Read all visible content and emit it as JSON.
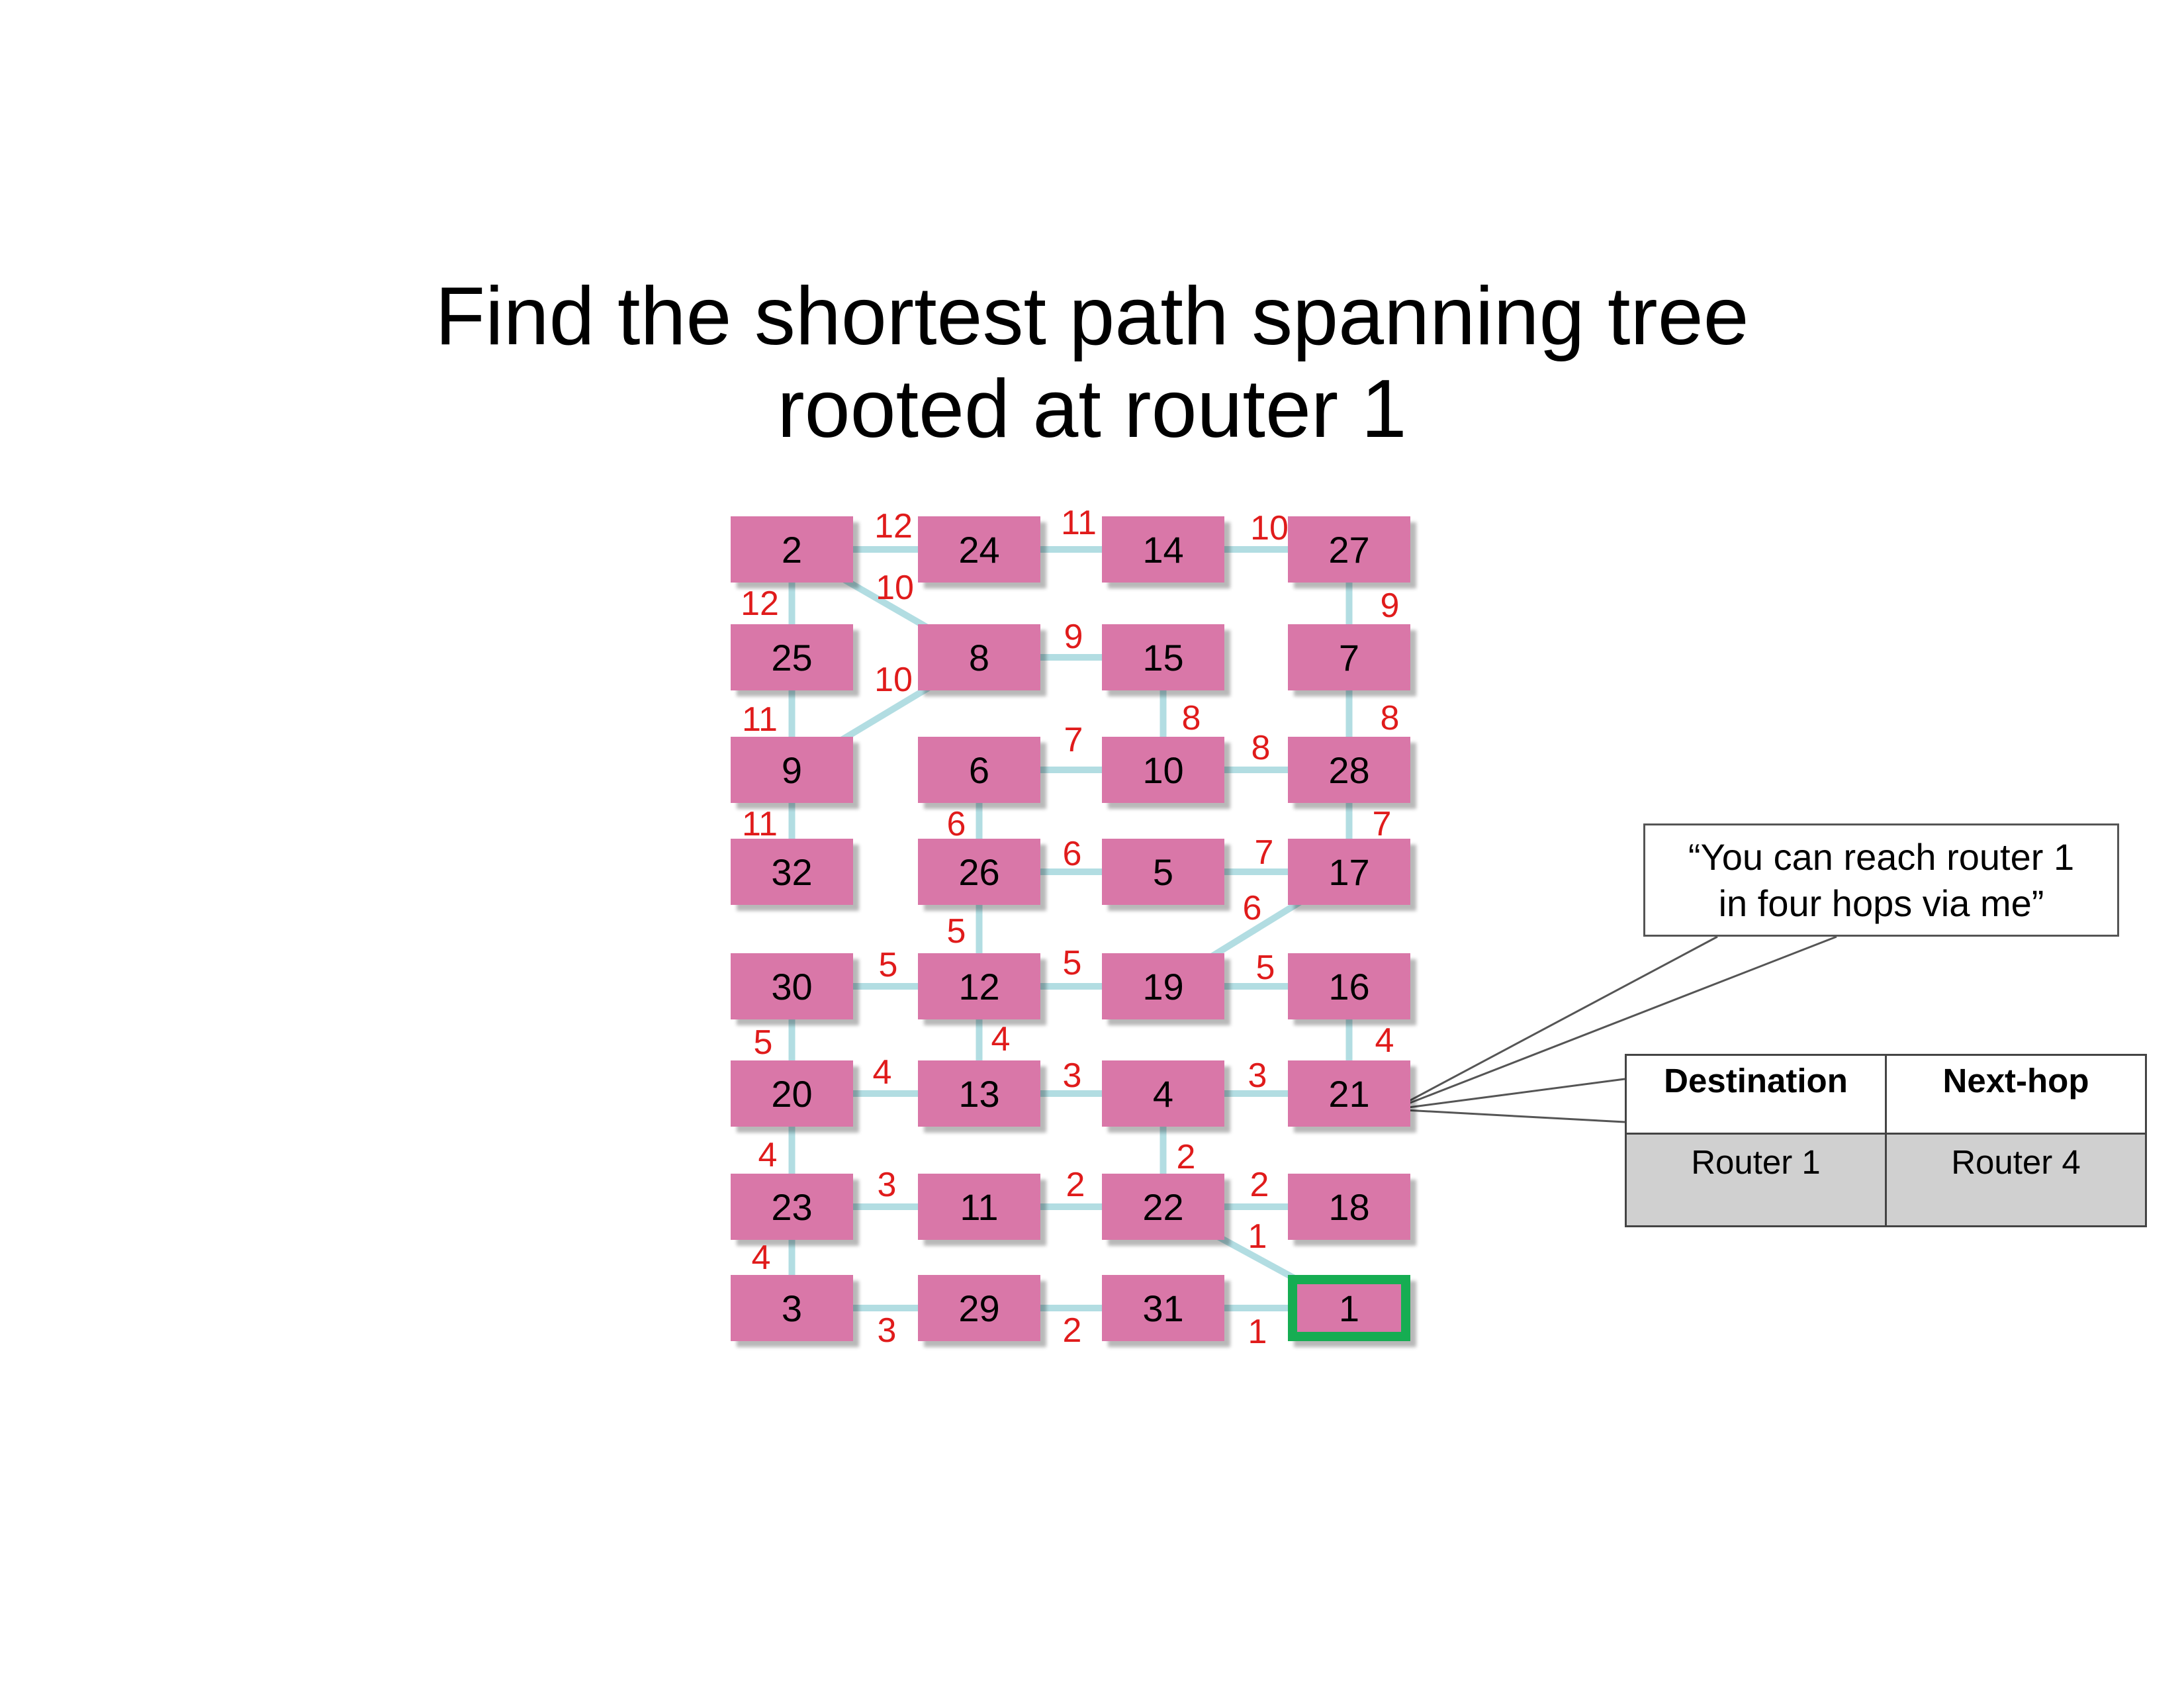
{
  "title": {
    "line1": "Find the shortest path spanning tree",
    "line2": "rooted at router 1"
  },
  "colors": {
    "node_fill": "#d977a8",
    "edge": "#b2dde2",
    "weight_text": "#e01b1b",
    "root_outline": "#16ad52",
    "table_body": "#d0d0d0"
  },
  "graph": {
    "root": "1",
    "nodes": [
      {
        "id": "2",
        "row": 0,
        "col": 0
      },
      {
        "id": "24",
        "row": 0,
        "col": 1
      },
      {
        "id": "14",
        "row": 0,
        "col": 2
      },
      {
        "id": "27",
        "row": 0,
        "col": 3
      },
      {
        "id": "25",
        "row": 1,
        "col": 0
      },
      {
        "id": "8",
        "row": 1,
        "col": 1
      },
      {
        "id": "15",
        "row": 1,
        "col": 2
      },
      {
        "id": "7",
        "row": 1,
        "col": 3
      },
      {
        "id": "9",
        "row": 2,
        "col": 0
      },
      {
        "id": "6",
        "row": 2,
        "col": 1
      },
      {
        "id": "10",
        "row": 2,
        "col": 2
      },
      {
        "id": "28",
        "row": 2,
        "col": 3
      },
      {
        "id": "32",
        "row": 3,
        "col": 0
      },
      {
        "id": "26",
        "row": 3,
        "col": 1
      },
      {
        "id": "5",
        "row": 3,
        "col": 2
      },
      {
        "id": "17",
        "row": 3,
        "col": 3
      },
      {
        "id": "30",
        "row": 4,
        "col": 0
      },
      {
        "id": "12",
        "row": 4,
        "col": 1
      },
      {
        "id": "19",
        "row": 4,
        "col": 2
      },
      {
        "id": "16",
        "row": 4,
        "col": 3
      },
      {
        "id": "20",
        "row": 5,
        "col": 0
      },
      {
        "id": "13",
        "row": 5,
        "col": 1
      },
      {
        "id": "4",
        "row": 5,
        "col": 2
      },
      {
        "id": "21",
        "row": 5,
        "col": 3
      },
      {
        "id": "23",
        "row": 6,
        "col": 0
      },
      {
        "id": "11",
        "row": 6,
        "col": 1
      },
      {
        "id": "22",
        "row": 6,
        "col": 2
      },
      {
        "id": "18",
        "row": 6,
        "col": 3
      },
      {
        "id": "3",
        "row": 7,
        "col": 0
      },
      {
        "id": "29",
        "row": 7,
        "col": 1
      },
      {
        "id": "31",
        "row": 7,
        "col": 2
      },
      {
        "id": "1",
        "row": 7,
        "col": 3
      }
    ],
    "edges": [
      [
        "2",
        "24"
      ],
      [
        "24",
        "14"
      ],
      [
        "14",
        "27"
      ],
      [
        "2",
        "25"
      ],
      [
        "2",
        "8"
      ],
      [
        "27",
        "7"
      ],
      [
        "8",
        "15"
      ],
      [
        "25",
        "9"
      ],
      [
        "9",
        "8"
      ],
      [
        "15",
        "10"
      ],
      [
        "7",
        "28"
      ],
      [
        "6",
        "10"
      ],
      [
        "10",
        "28"
      ],
      [
        "9",
        "32"
      ],
      [
        "6",
        "26"
      ],
      [
        "28",
        "17"
      ],
      [
        "26",
        "5"
      ],
      [
        "5",
        "17"
      ],
      [
        "17",
        "19"
      ],
      [
        "26",
        "12"
      ],
      [
        "30",
        "12"
      ],
      [
        "12",
        "19"
      ],
      [
        "19",
        "16"
      ],
      [
        "30",
        "20"
      ],
      [
        "12",
        "13"
      ],
      [
        "16",
        "21"
      ],
      [
        "20",
        "13"
      ],
      [
        "13",
        "4"
      ],
      [
        "4",
        "21"
      ],
      [
        "20",
        "23"
      ],
      [
        "4",
        "22"
      ],
      [
        "23",
        "11"
      ],
      [
        "11",
        "22"
      ],
      [
        "22",
        "18"
      ],
      [
        "22",
        "1"
      ],
      [
        "23",
        "3"
      ],
      [
        "3",
        "29"
      ],
      [
        "29",
        "31"
      ],
      [
        "31",
        "1"
      ]
    ],
    "weights": [
      {
        "node": "24",
        "label": "12"
      },
      {
        "node": "14",
        "label": "11"
      },
      {
        "node": "27",
        "label": "10"
      },
      {
        "node": "25",
        "label": "12"
      },
      {
        "node": "8",
        "label": "10"
      },
      {
        "node": "7",
        "label": "9"
      },
      {
        "node": "15",
        "label": "9"
      },
      {
        "node": "9",
        "label": "11"
      },
      {
        "node": "9",
        "label": "10"
      },
      {
        "node": "10",
        "label": "8"
      },
      {
        "node": "28",
        "label": "8"
      },
      {
        "node": "6",
        "label": "7"
      },
      {
        "node": "10",
        "label": "8"
      },
      {
        "node": "32",
        "label": "11"
      },
      {
        "node": "26",
        "label": "6"
      },
      {
        "node": "17",
        "label": "7"
      },
      {
        "node": "5",
        "label": "6"
      },
      {
        "node": "17",
        "label": "7"
      },
      {
        "node": "19",
        "label": "6"
      },
      {
        "node": "12",
        "label": "5"
      },
      {
        "node": "30",
        "label": "5"
      },
      {
        "node": "19",
        "label": "5"
      },
      {
        "node": "16",
        "label": "5"
      },
      {
        "node": "20",
        "label": "5"
      },
      {
        "node": "13",
        "label": "4"
      },
      {
        "node": "21",
        "label": "4"
      },
      {
        "node": "20",
        "label": "4"
      },
      {
        "node": "4",
        "label": "3"
      },
      {
        "node": "21",
        "label": "3"
      },
      {
        "node": "23",
        "label": "4"
      },
      {
        "node": "22",
        "label": "2"
      },
      {
        "node": "23",
        "label": "3"
      },
      {
        "node": "22",
        "label": "2"
      },
      {
        "node": "18",
        "label": "2"
      },
      {
        "node": "22",
        "label": "1"
      },
      {
        "node": "3",
        "label": "4"
      },
      {
        "node": "3",
        "label": "3"
      },
      {
        "node": "29",
        "label": "2"
      },
      {
        "node": "31",
        "label": "1"
      }
    ]
  },
  "callout": {
    "line1": "“You can reach router 1",
    "line2": "in four hops via me”",
    "from_node": "21"
  },
  "routing_table": {
    "headers": [
      "Destination",
      "Next-hop"
    ],
    "rows": [
      [
        "Router 1",
        "Router 4"
      ]
    ]
  }
}
